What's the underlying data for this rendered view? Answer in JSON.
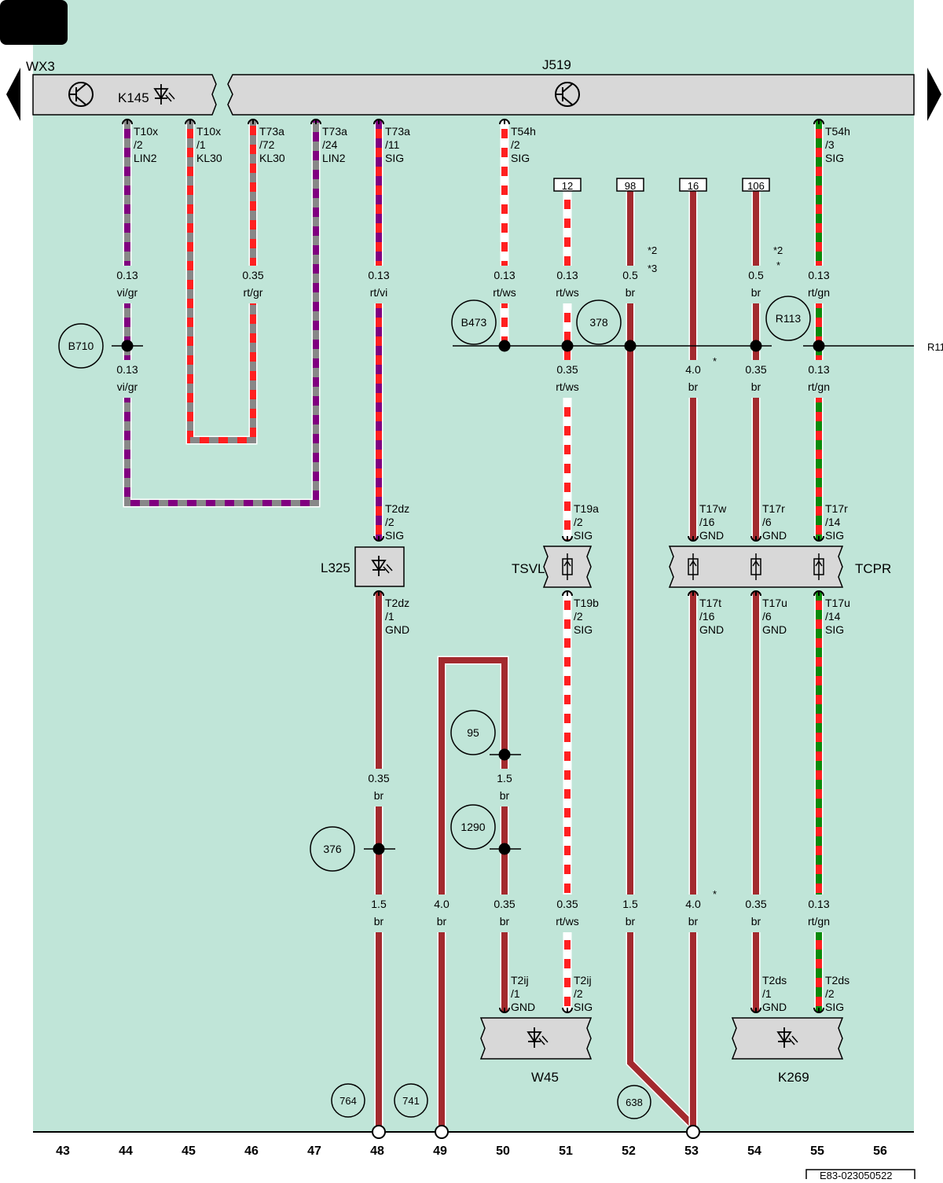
{
  "diagram": {
    "footer_code": "E83-023050522",
    "colors": {
      "background": "#c0e5d8",
      "component_fill": "#d8d8d8",
      "red": "#ff2020",
      "brown": "#a32a2e",
      "violet": "#800080",
      "grey": "#888888",
      "white": "#ffffff",
      "green": "#0a8a0a"
    },
    "components": {
      "wx3": "WX3",
      "k145": "K145",
      "j519": "J519",
      "l325": "L325",
      "tsvl": "TSVL",
      "tcpr": "TCPR",
      "w45": "W45",
      "k269": "K269",
      "r113_cut": "R113"
    },
    "splices": [
      "B710",
      "B473",
      "378",
      "R113",
      "95",
      "1290",
      "376",
      "764",
      "741",
      "638"
    ],
    "connector_boxes": [
      "12",
      "98",
      "16",
      "106"
    ],
    "pin_labels": [
      {
        "id": "t10x-2",
        "lines": [
          "T10x",
          "/2",
          "LIN2"
        ]
      },
      {
        "id": "t10x-1",
        "lines": [
          "T10x",
          "/1",
          "KL30"
        ]
      },
      {
        "id": "t73a-72",
        "lines": [
          "T73a",
          "/72",
          "KL30"
        ]
      },
      {
        "id": "t73a-24",
        "lines": [
          "T73a",
          "/24",
          "LIN2"
        ]
      },
      {
        "id": "t73a-11",
        "lines": [
          "T73a",
          "/11",
          "SIG"
        ]
      },
      {
        "id": "t54h-2",
        "lines": [
          "T54h",
          "/2",
          "SIG"
        ]
      },
      {
        "id": "t54h-3",
        "lines": [
          "T54h",
          "/3",
          "SIG"
        ]
      },
      {
        "id": "t2dz-2",
        "lines": [
          "T2dz",
          "/2",
          "SIG"
        ]
      },
      {
        "id": "t2dz-1",
        "lines": [
          "T2dz",
          "/1",
          "GND"
        ]
      },
      {
        "id": "t19a-2",
        "lines": [
          "T19a",
          "/2",
          "SIG"
        ]
      },
      {
        "id": "t19b-2",
        "lines": [
          "T19b",
          "/2",
          "SIG"
        ]
      },
      {
        "id": "t17w-16",
        "lines": [
          "T17w",
          "/16",
          "GND"
        ]
      },
      {
        "id": "t17r-6",
        "lines": [
          "T17r",
          "/6",
          "GND"
        ]
      },
      {
        "id": "t17r-14",
        "lines": [
          "T17r",
          "/14",
          "SIG"
        ]
      },
      {
        "id": "t17t-16",
        "lines": [
          "T17t",
          "/16",
          "GND"
        ]
      },
      {
        "id": "t17u-6",
        "lines": [
          "T17u",
          "/6",
          "GND"
        ]
      },
      {
        "id": "t17u-14",
        "lines": [
          "T17u",
          "/14",
          "SIG"
        ]
      },
      {
        "id": "t2ij-1",
        "lines": [
          "T2ij",
          "/1",
          "GND"
        ]
      },
      {
        "id": "t2ij-2",
        "lines": [
          "T2ij",
          "/2",
          "SIG"
        ]
      },
      {
        "id": "t2ds-1",
        "lines": [
          "T2ds",
          "/1",
          "GND"
        ]
      },
      {
        "id": "t2ds-2",
        "lines": [
          "T2ds",
          "/2",
          "SIG"
        ]
      }
    ],
    "wire_labels": [
      {
        "id": "c44-a",
        "size": "0.13",
        "color": "vi/gr"
      },
      {
        "id": "c44-b",
        "size": "0.13",
        "color": "vi/gr"
      },
      {
        "id": "c46-a",
        "size": "0.35",
        "color": "rt/gr"
      },
      {
        "id": "c48-a",
        "size": "0.13",
        "color": "rt/vi"
      },
      {
        "id": "c50-a",
        "size": "0.13",
        "color": "rt/ws"
      },
      {
        "id": "c51-a",
        "size": "0.13",
        "color": "rt/ws"
      },
      {
        "id": "c52-a",
        "size": "0.5",
        "color": "br"
      },
      {
        "id": "c54-a",
        "size": "0.5",
        "color": "br"
      },
      {
        "id": "c55-a",
        "size": "0.13",
        "color": "rt/gn"
      },
      {
        "id": "c51-b",
        "size": "0.35",
        "color": "rt/ws"
      },
      {
        "id": "c53-b",
        "size": "4.0",
        "color": "br"
      },
      {
        "id": "c54-b",
        "size": "0.35",
        "color": "br"
      },
      {
        "id": "c55-b",
        "size": "0.13",
        "color": "rt/gn"
      },
      {
        "id": "c50-c",
        "size": "1.5",
        "color": "br"
      },
      {
        "id": "c48-d",
        "size": "0.35",
        "color": "br"
      },
      {
        "id": "c48-e",
        "size": "1.5",
        "color": "br"
      },
      {
        "id": "c49-e",
        "size": "4.0",
        "color": "br"
      },
      {
        "id": "c50-e",
        "size": "0.35",
        "color": "br"
      },
      {
        "id": "c51-e",
        "size": "0.35",
        "color": "rt/ws"
      },
      {
        "id": "c52-e",
        "size": "1.5",
        "color": "br"
      },
      {
        "id": "c53-e",
        "size": "4.0",
        "color": "br"
      },
      {
        "id": "c54-e",
        "size": "0.35",
        "color": "br"
      },
      {
        "id": "c55-e",
        "size": "0.13",
        "color": "rt/gn"
      }
    ],
    "footnotes": [
      "*2",
      "*3",
      "*2",
      "*",
      "*",
      "*"
    ],
    "columns": [
      "43",
      "44",
      "45",
      "46",
      "47",
      "48",
      "49",
      "50",
      "51",
      "52",
      "53",
      "54",
      "55",
      "56"
    ]
  }
}
